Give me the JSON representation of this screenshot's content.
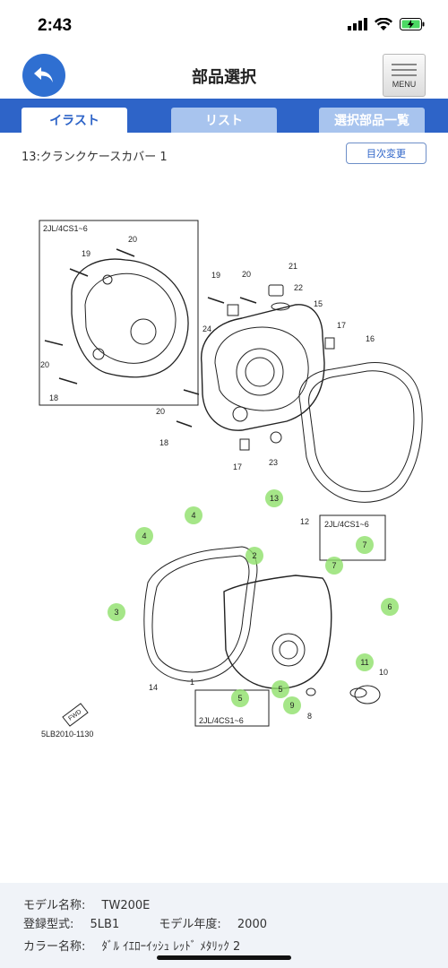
{
  "status_bar": {
    "time": "2:43"
  },
  "nav": {
    "title": "部品選択",
    "menu_label": "MENU"
  },
  "tabs": [
    {
      "label": "イラスト",
      "active": true
    },
    {
      "label": "リスト",
      "active": false
    },
    {
      "label": "選択部品一覧",
      "active": false
    }
  ],
  "breadcrumb": "13:クランクケースカバー 1",
  "toc_button": "目次変更",
  "diagram": {
    "box_label": "2JL/4CS1~6",
    "inner_label_a": "2JL/4CS1~6",
    "inner_label_b": "2JL/4CS1~6",
    "fwd": "FWD",
    "code": "5LB2010-1130",
    "callouts_top": [
      "20",
      "19",
      "20",
      "18",
      "19",
      "20",
      "21",
      "22",
      "24",
      "15",
      "17",
      "16",
      "20",
      "18",
      "17",
      "23"
    ],
    "callouts_bottom": [
      "12",
      "14",
      "1",
      "8",
      "10"
    ],
    "selected": [
      "13",
      "4",
      "4",
      "2",
      "7",
      "7",
      "3",
      "6",
      "11",
      "5",
      "5",
      "9"
    ]
  },
  "footer": {
    "model_name_label": "モデル名称:",
    "model_name": "TW200E",
    "type_label": "登録型式:",
    "type_value": "5LB1",
    "year_label": "モデル年度:",
    "year_value": "2000",
    "color_label": "カラー名称:",
    "color_value": "ﾀﾞﾙ ｲｴﾛｰｲｯｼｭ ﾚｯﾄﾞ ﾒﾀﾘｯｸ 2"
  },
  "colors": {
    "accent": "#2e64c8",
    "back_button": "#2f6fd1",
    "highlight": "#8fe06a"
  }
}
